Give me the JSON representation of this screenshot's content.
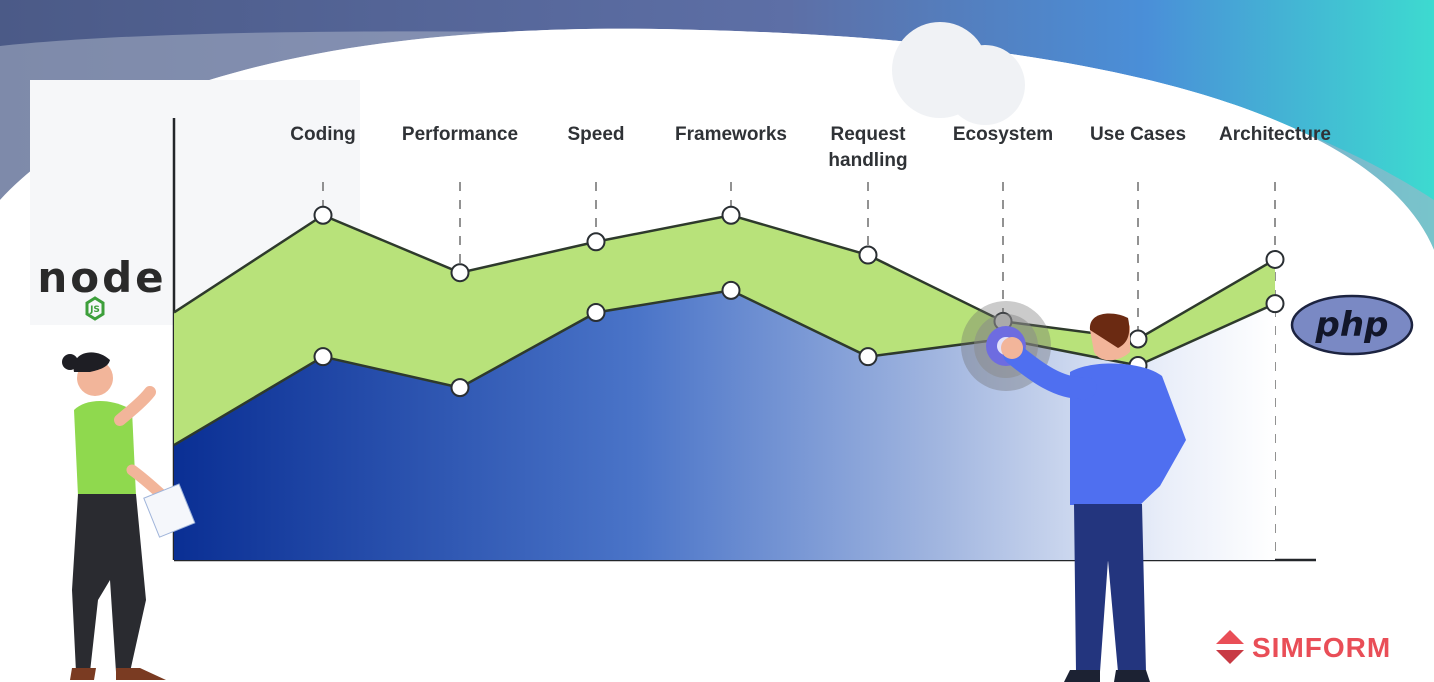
{
  "chart_data": {
    "type": "area",
    "categories": [
      "Coding",
      "Performance",
      "Speed",
      "Frameworks",
      "Request\nhandling",
      "Ecosystem",
      "Use Cases",
      "Architecture"
    ],
    "series": [
      {
        "values": [
          78,
          65,
          72,
          78,
          69,
          54,
          50,
          68
        ],
        "color": "#b8e27a"
      },
      {
        "values": [
          46,
          39,
          56,
          61,
          46,
          50,
          44,
          58
        ],
        "color": "#1e48a8"
      }
    ],
    "ylim": [
      0,
      100
    ],
    "grid": false,
    "legend": "none"
  },
  "logos": {
    "node": {
      "text": "node",
      "badge": "JS",
      "color": "#3d9f3b"
    },
    "php": {
      "text": "php",
      "color": "#4f5f9c"
    }
  },
  "brand": {
    "name": "SIMFORM",
    "color": "#e94e57"
  }
}
